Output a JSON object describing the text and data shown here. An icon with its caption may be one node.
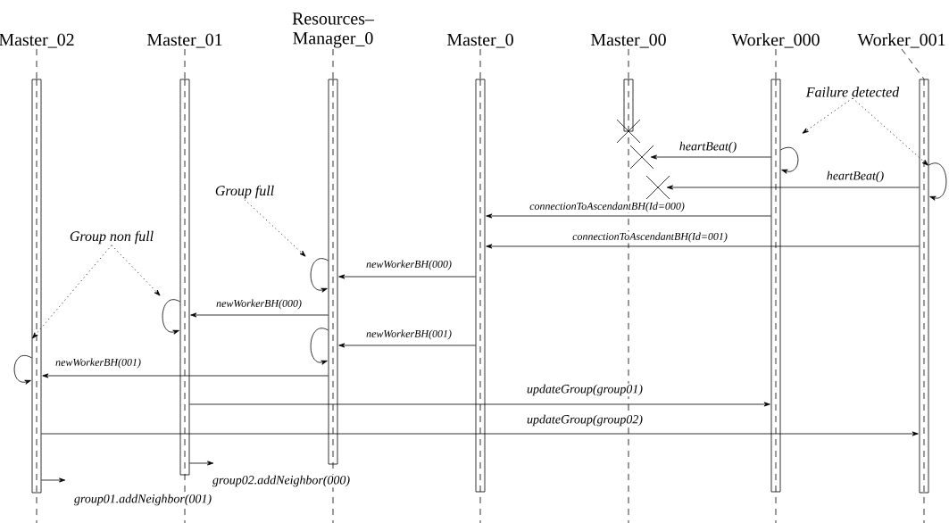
{
  "diagram": {
    "nodes": [
      {
        "text": [
          "Master_02"
        ]
      },
      {
        "text": [
          "Master_01"
        ]
      },
      {
        "text": [
          "Resources– Manager_0"
        ]
      },
      {
        "text": [
          "Master_0"
        ]
      },
      {
        "text": [
          "Master_00"
        ]
      },
      {
        "text": [
          "Worker_000"
        ]
      },
      {
        "text": [
          "Worker_001"
        ]
      },
      {
        "text": [],
        "shape": "bar"
      },
      {
        "text": [],
        "shape": "bar"
      },
      {
        "text": [],
        "shape": "bar"
      },
      {
        "text": [],
        "shape": "bar"
      },
      {
        "text": [],
        "shape": "bar"
      },
      {
        "text": [],
        "shape": "bar"
      },
      {
        "text": [],
        "shape": "bar"
      },
      {
        "text": [
          "Failure detected"
        ]
      },
      {
        "text": [
          "Group full"
        ]
      },
      {
        "text": [
          "Group non full"
        ]
      }
    ],
    "edges": [
      {
        "from": 14,
        "to": null,
        "arrow": "to",
        "style": "dashed"
      },
      {
        "from": 14,
        "to": 13,
        "arrow": "to",
        "style": "dashed"
      },
      {
        "from": 12,
        "to": 12,
        "arrow": "to"
      },
      {
        "from": 12,
        "to": 11,
        "arrow": "to",
        "label": "heartBeat()"
      },
      {
        "from": 13,
        "to": 13,
        "arrow": "to"
      },
      {
        "from": 13,
        "to": 11,
        "arrow": "to",
        "label": "heartBeat()"
      },
      {
        "from": 12,
        "to": 10,
        "arrow": "to",
        "label": "connectionToAscendantBH(Id=000)"
      },
      {
        "from": 13,
        "to": 10,
        "arrow": "to",
        "label": "connectionToAscendantBH(Id=001)"
      },
      {
        "from": 15,
        "to": null,
        "arrow": "to",
        "style": "dashed"
      },
      {
        "from": 16,
        "to": null,
        "arrow": "to",
        "style": "dashed"
      },
      {
        "from": 16,
        "to": 7,
        "arrow": "to",
        "style": "dashed"
      },
      {
        "from": 10,
        "to": 9,
        "arrow": "to",
        "label": "newWorkerBH(000)"
      },
      {
        "from": 9,
        "to": 9,
        "arrow": "to"
      },
      {
        "from": 9,
        "to": 8,
        "arrow": "to",
        "label": "newWorkerBH(000)"
      },
      {
        "from": 8,
        "to": 8,
        "arrow": "to"
      },
      {
        "from": 10,
        "to": 9,
        "arrow": "to",
        "label": "newWorkerBH(001)"
      },
      {
        "from": 9,
        "to": 9,
        "arrow": "to"
      },
      {
        "from": 9,
        "to": 7,
        "arrow": "to",
        "label": "newWorkerBH(001)"
      },
      {
        "from": 7,
        "to": 7,
        "arrow": "to"
      },
      {
        "from": 8,
        "to": 12,
        "arrow": "to",
        "label": "updateGroup(group01)"
      },
      {
        "from": 7,
        "to": 13,
        "arrow": "to",
        "label": "updateGroup(group02)"
      },
      {
        "from": 8,
        "to": null,
        "arrow": "to",
        "label": "group02.addNeighbor(000)"
      },
      {
        "from": 7,
        "to": null,
        "arrow": "to",
        "label": "group01.addNeighbor(001)"
      },
      {
        "from": 0,
        "to": 7,
        "arrow": "none",
        "style": "dashed"
      },
      {
        "from": 1,
        "to": 8,
        "arrow": "none",
        "style": "dashed"
      },
      {
        "from": 2,
        "to": 9,
        "arrow": "none",
        "style": "dashed"
      },
      {
        "from": 3,
        "to": 10,
        "arrow": "none",
        "style": "dashed"
      },
      {
        "from": 4,
        "to": 11,
        "arrow": "none",
        "style": "dashed"
      },
      {
        "from": 5,
        "to": 12,
        "arrow": "none",
        "style": "dashed"
      },
      {
        "from": 6,
        "to": 13,
        "arrow": "none",
        "style": "dashed"
      }
    ]
  }
}
